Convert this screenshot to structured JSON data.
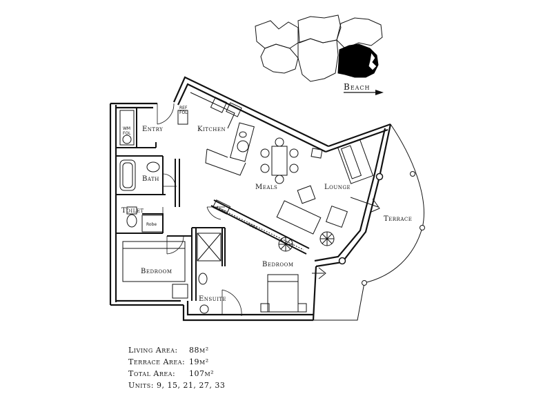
{
  "key_plan": {
    "direction_label": "Beach"
  },
  "rooms": {
    "entry": "Entry",
    "kitchen": "Kitchen",
    "bath": "Bath",
    "toilet": "Toilet",
    "meals": "Meals",
    "lounge": "Lounge",
    "terrace": "Terrace",
    "bedroom_1": "Bedroom",
    "bedroom_2": "Bedroom",
    "ensuite": "Ensuite",
    "robe_1": "Robe",
    "robe_2": "Robe",
    "linen": "Linen",
    "wm_fol": "WM",
    "wm_fol_2": "FOL",
    "ref_fol": "REF",
    "ref_fol_2": "FOL"
  },
  "areas": [
    {
      "label": "Living Area:",
      "value": "88m²"
    },
    {
      "label": "Terrace Area:",
      "value": "19m²"
    },
    {
      "label": "Total Area:",
      "value": "107m²"
    }
  ],
  "units": "Units: 9, 15, 21, 27, 33",
  "colors": {
    "ink": "#111111",
    "highlight": "#000000"
  }
}
